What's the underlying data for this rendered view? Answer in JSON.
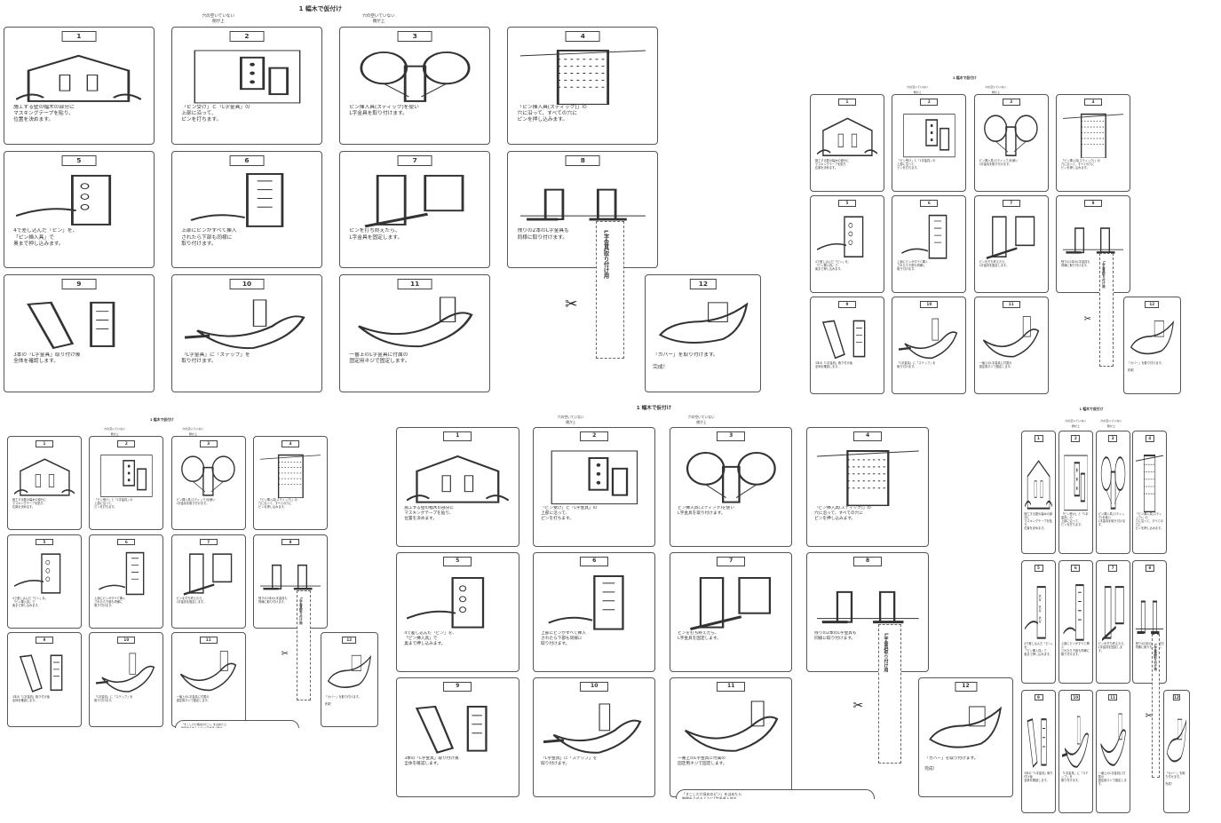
{
  "header": "1 幅木で仮付け",
  "callouts": {
    "left": "穴の空いていない\n側が上",
    "right": "穴の空いていない\n側が上"
  },
  "side_tag": "L字金具取り付け用",
  "bubble": "「すこしだけ長めのピン」をはめたら\n隙間をうめるようにL字金具上部の\nステップを差し込みます。",
  "panels": [
    {
      "n": "1",
      "caption": "施工する壁の幅木の部分に\nマスキングテープを貼り、\n位置を決めます。"
    },
    {
      "n": "2",
      "caption": "「ピン受け」と「L字金具」の\n上部に沿って、\nピンを打ちます。"
    },
    {
      "n": "3",
      "caption": "ピン挿入具(スティック)を使い\nL字金具を取り付けます。"
    },
    {
      "n": "4",
      "caption": "「ピン挿入具(スティック)」の\n穴に沿って、すべての穴に\nピンを押し込みます。"
    },
    {
      "n": "5",
      "caption": "4で差し込んだ「ピン」を、\n「ピン挿入具」で\n奥まで押し込みます。"
    },
    {
      "n": "6",
      "caption": "上部にピンがすべて挿入\nされたら下部も同様に\n取り付けます。"
    },
    {
      "n": "7",
      "caption": "ピンを打ち終えたら、\nL字金具を固定します。"
    },
    {
      "n": "8",
      "caption": "残りの2本のL字金具も\n同様に取り付けます。"
    },
    {
      "n": "9",
      "caption": "3本の「L字金具」取り付け後\n全体を確認します。"
    },
    {
      "n": "10",
      "caption": "「L字金具」に「ステップ」を\n取り付けます。"
    },
    {
      "n": "11",
      "caption": "一番上のL字金具に付属の\n固定用ネジで固定します。"
    },
    {
      "n": "12",
      "caption": "「カバー」を取り付けます。\n\n完成！"
    }
  ]
}
